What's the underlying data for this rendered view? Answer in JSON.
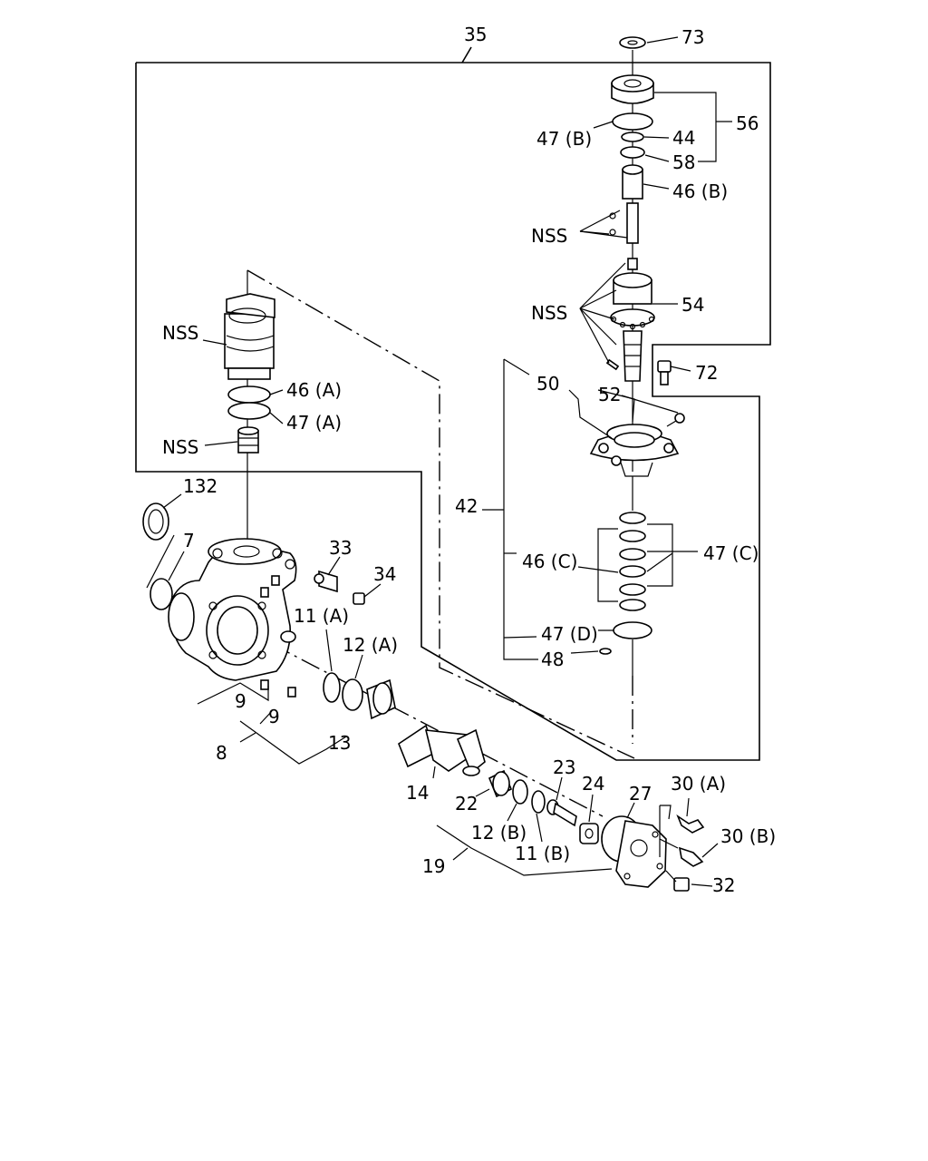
{
  "labels": {
    "l35": "35",
    "l73": "73",
    "l56": "56",
    "l47b": "47 (B)",
    "l44": "44",
    "l58": "58",
    "l46b": "46 (B)",
    "nss1": "NSS",
    "nss2": "NSS",
    "l54": "54",
    "l72": "72",
    "l50": "50",
    "l52": "52",
    "l42": "42",
    "l46c": "46 (C)",
    "l47c": "47 (C)",
    "l47d": "47 (D)",
    "l48": "48",
    "nss3": "NSS",
    "l46a": "46 (A)",
    "l47a": "47 (A)",
    "nss4": "NSS",
    "l132": "132",
    "l7": "7",
    "l33": "33",
    "l34": "34",
    "l11a": "11 (A)",
    "l12a": "12 (A)",
    "l9a": "9",
    "l9b": "9",
    "l8": "8",
    "l13": "13",
    "l14": "14",
    "l22": "22",
    "l23": "23",
    "l24": "24",
    "l27": "27",
    "l12b": "12 (B)",
    "l11b": "11 (B)",
    "l19": "19",
    "l30a": "30 (A)",
    "l30b": "30 (B)",
    "l32": "32"
  }
}
